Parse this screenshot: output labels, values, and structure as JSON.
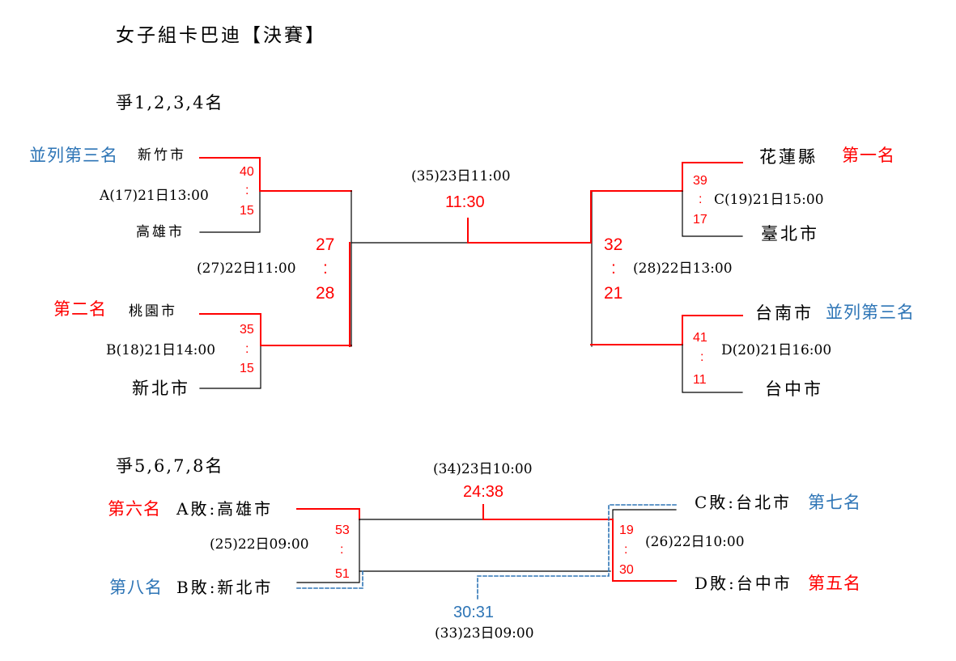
{
  "title": "女子組卡巴迪【決賽】",
  "colors": {
    "red": "#ff0000",
    "blue": "#2e75b6",
    "ink": "#000000"
  },
  "separator": ":",
  "places_1_4": {
    "heading": "爭1,2,3,4名",
    "match_a": {
      "schedule": "A(17)21日13:00",
      "top": {
        "rank": "並列第三名",
        "team": "新竹市",
        "score": 40
      },
      "bottom": {
        "team": "高雄市",
        "score": 15
      }
    },
    "match_b": {
      "schedule": "B(18)21日14:00",
      "top": {
        "rank": "第二名",
        "team": "桃園市",
        "score": 35
      },
      "bottom": {
        "team": "新北市",
        "score": 15
      }
    },
    "match_c": {
      "schedule": "C(19)21日15:00",
      "top": {
        "team": "花蓮縣",
        "rank": "第一名",
        "score": 39
      },
      "bottom": {
        "team": "臺北市",
        "score": 17
      }
    },
    "match_d": {
      "schedule": "D(20)21日16:00",
      "top": {
        "team": "台南市",
        "rank": "並列第三名",
        "score": 41
      },
      "bottom": {
        "team": "台中市",
        "score": 11
      }
    },
    "semifinal_left": {
      "schedule": "(27)22日11:00",
      "score_top": 27,
      "score_bottom": 28
    },
    "semifinal_right": {
      "schedule": "(28)22日13:00",
      "score_top": 32,
      "score_bottom": 21
    },
    "final": {
      "schedule": "(35)23日11:00",
      "score": "11:30"
    }
  },
  "places_5_8": {
    "heading": "爭5,6,7,8名",
    "match_25": {
      "schedule": "(25)22日09:00",
      "top": {
        "rank": "第六名",
        "team": "A敗:高雄市",
        "score": 53
      },
      "bottom": {
        "rank": "第八名",
        "team": "B敗:新北市",
        "score": 51
      }
    },
    "match_26": {
      "schedule": "(26)22日10:00",
      "top": {
        "team": "C敗:台北市",
        "rank": "第七名",
        "score": 19
      },
      "bottom": {
        "team": "D敗:台中市",
        "rank": "第五名",
        "score": 30
      }
    },
    "match_34": {
      "schedule": "(34)23日10:00",
      "score": "24:38"
    },
    "match_33": {
      "schedule": "(33)23日09:00",
      "score": "30:31"
    }
  }
}
